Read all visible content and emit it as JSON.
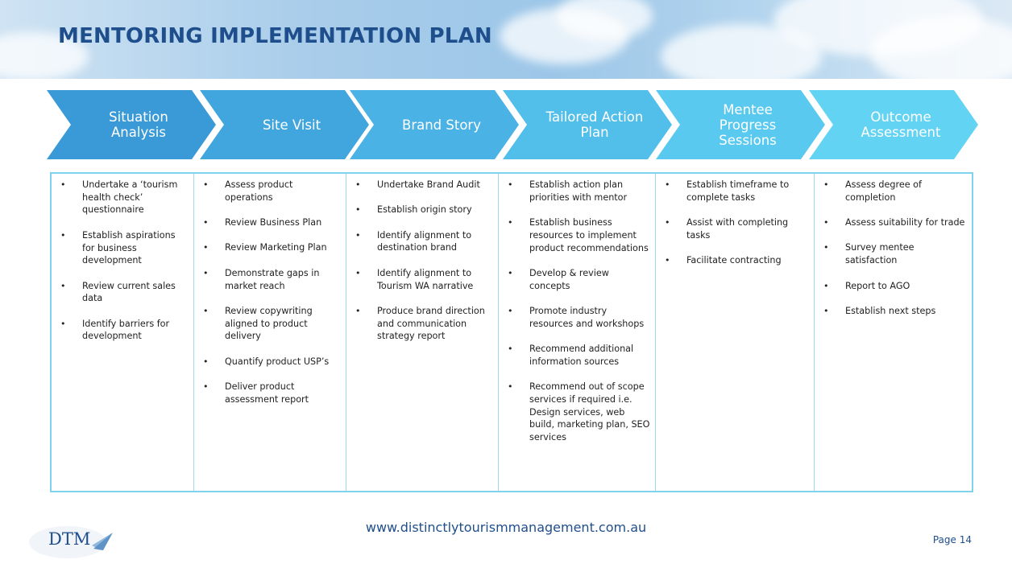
{
  "header": {
    "title": "MENTORING IMPLEMENTATION PLAN"
  },
  "colors": {
    "title": "#1f4e8c",
    "chevron_gradient": [
      "#3a9ad8",
      "#42a6de",
      "#4ab2e4",
      "#52beea",
      "#5ac9ef",
      "#62d3f3"
    ],
    "table_border": "#7fd3ef"
  },
  "stages": [
    {
      "title": "Situation Analysis",
      "tasks": [
        "Undertake a ‘tourism health check’ questionnaire",
        "Establish aspirations for business development",
        "Review current sales data",
        "Identify barriers for development"
      ]
    },
    {
      "title": "Site Visit",
      "tasks": [
        "Assess product operations",
        "Review Business Plan",
        "Review Marketing Plan",
        "Demonstrate gaps in market reach",
        "Review copywriting aligned to product delivery",
        "Quantify product USP’s",
        "Deliver product assessment report"
      ]
    },
    {
      "title": "Brand Story",
      "tasks": [
        "Undertake Brand Audit",
        "Establish origin story",
        "Identify alignment to destination brand",
        "Identify alignment to Tourism WA narrative",
        "Produce brand direction and communication strategy report"
      ]
    },
    {
      "title": "Tailored Action Plan",
      "tasks": [
        "Establish action plan priorities with mentor",
        "Establish business resources to implement product recommendations",
        "Develop & review concepts",
        "Promote industry resources and workshops",
        "Recommend additional information sources",
        "Recommend out of scope services if required i.e.  Design services, web build, marketing plan, SEO services"
      ]
    },
    {
      "title": "Mentee Progress Sessions",
      "tasks": [
        "Establish timeframe to complete tasks",
        "Assist with completing tasks",
        "Facilitate contracting"
      ]
    },
    {
      "title": "Outcome Assessment",
      "tasks": [
        "Assess degree of completion",
        "Assess suitability for trade",
        "Survey mentee satisfaction",
        "Report to AGO",
        "Establish next steps"
      ]
    }
  ],
  "footer": {
    "website": "www.distinctlytourismmanagement.com.au",
    "logo_text": "DTM",
    "page_label": "Page 14"
  }
}
